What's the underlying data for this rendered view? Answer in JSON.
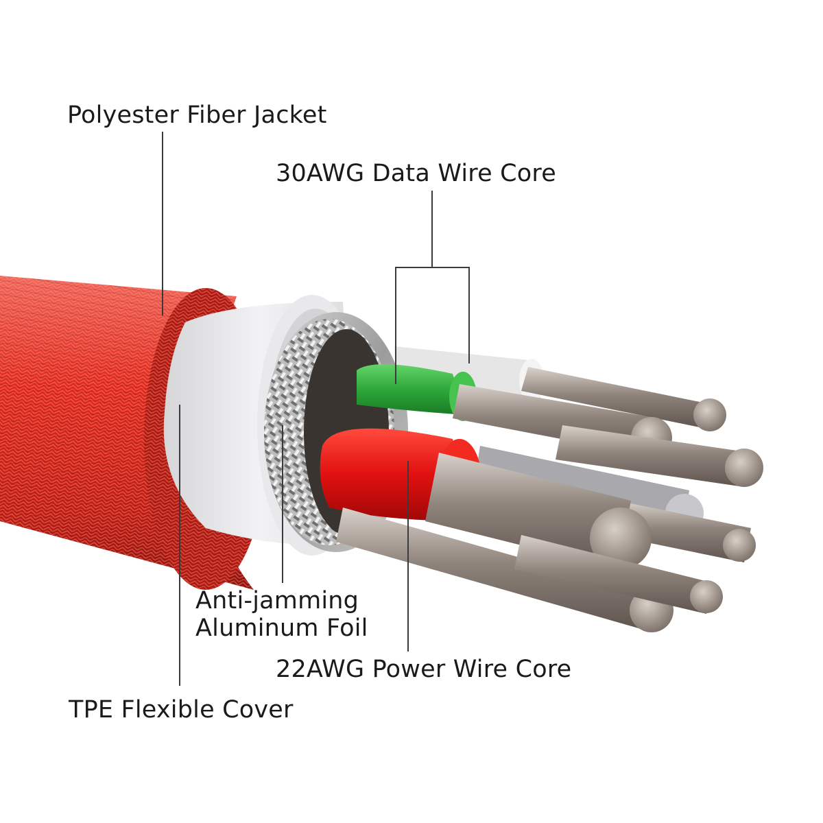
{
  "labels": {
    "jacket": "Polyester Fiber Jacket",
    "data_core": "30AWG Data Wire Core",
    "foil_line1": "Anti-jamming",
    "foil_line2": "Aluminum Foil",
    "power_core": "22AWG Power Wire Core",
    "tpe_cover": "TPE Flexible Cover"
  },
  "colors": {
    "jacket_red": "#d42a1f",
    "tpe_white": "#e8e8ea",
    "foil_silver": "#bfbfbf",
    "data_wire_green": "#2ea83a",
    "power_wire_red": "#e01010",
    "data_wire_white": "#eeeeee",
    "strand_gray": "#8a7f78",
    "label_text": "#1a1a1a"
  }
}
